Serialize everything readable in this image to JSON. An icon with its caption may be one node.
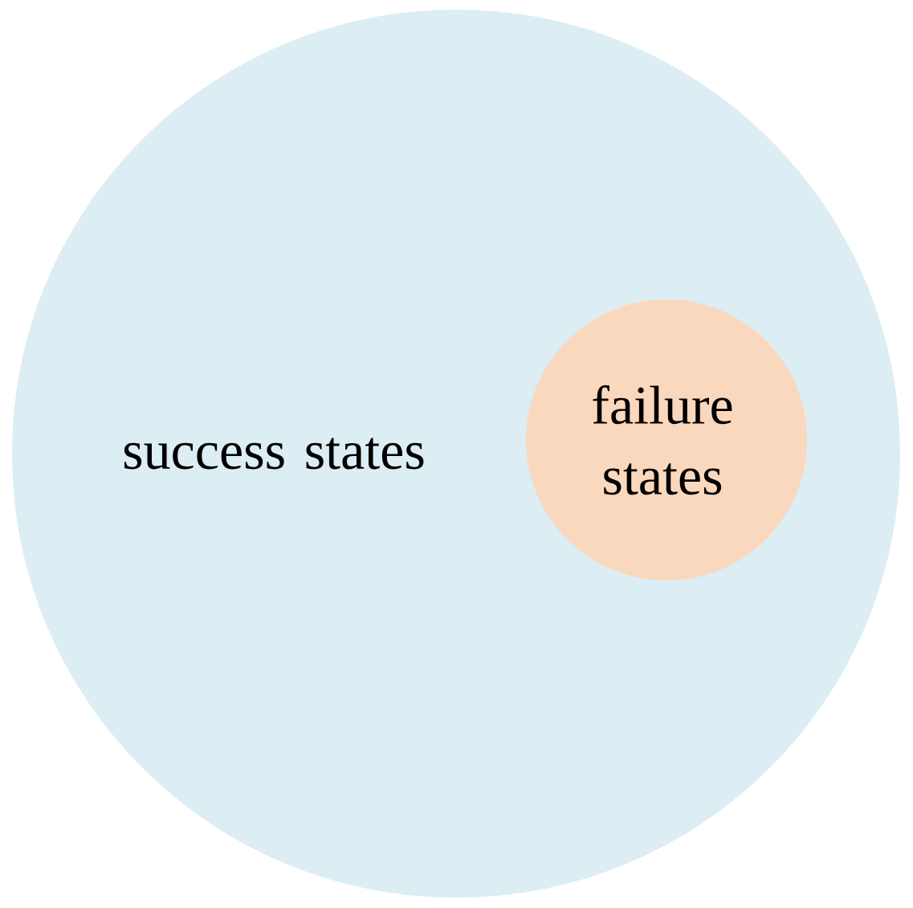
{
  "diagram": {
    "nodes": [
      {
        "text": [
          "success states"
        ]
      },
      {
        "text": [
          "failure states"
        ],
        "in": 0
      }
    ]
  }
}
